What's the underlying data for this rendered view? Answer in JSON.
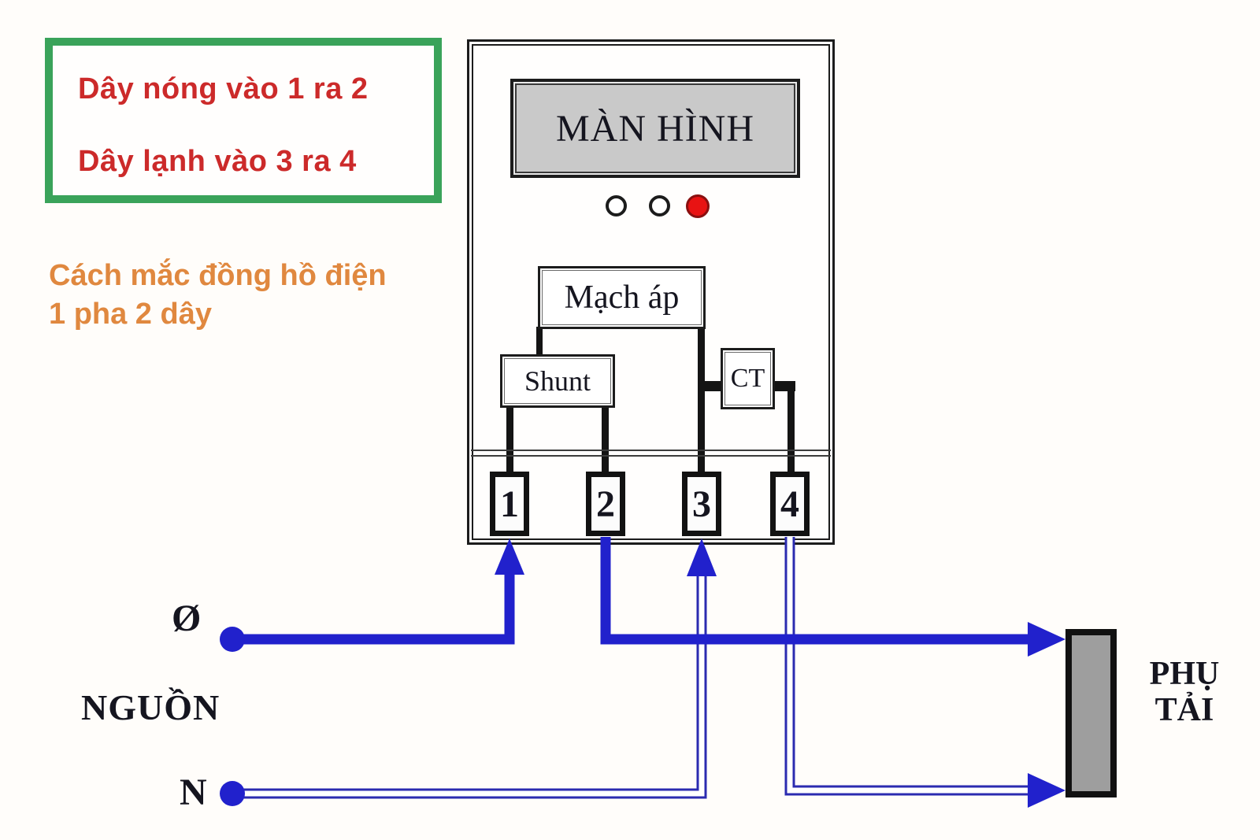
{
  "info_box": {
    "line1": "Dây nóng vào 1 ra 2",
    "line2": "Dây lạnh vào 3 ra 4"
  },
  "caption": {
    "line1": "Cách mắc đồng hồ điện",
    "line2": "1 pha 2 dây"
  },
  "meter": {
    "display_label": "MÀN HÌNH",
    "leds": [
      "white",
      "white",
      "red"
    ],
    "voltage_circuit_label": "Mạch áp",
    "shunt_label": "Shunt",
    "ct_label": "CT",
    "terminals": [
      "1",
      "2",
      "3",
      "4"
    ]
  },
  "source": {
    "phase_label": "Ø",
    "name": "NGUỒN",
    "neutral_label": "N"
  },
  "load": {
    "line1": "PHỤ",
    "line2": "TẢI"
  },
  "colors": {
    "green_border": "#3aa35a",
    "red_text": "#cc2a2a",
    "orange_text": "#e0883f",
    "hot_wire": "#2121cc",
    "neutral_wire": "#2b2bb0",
    "led_red": "#e81313",
    "display_bg": "#c9c9c9",
    "load_bg": "#9e9e9e"
  }
}
